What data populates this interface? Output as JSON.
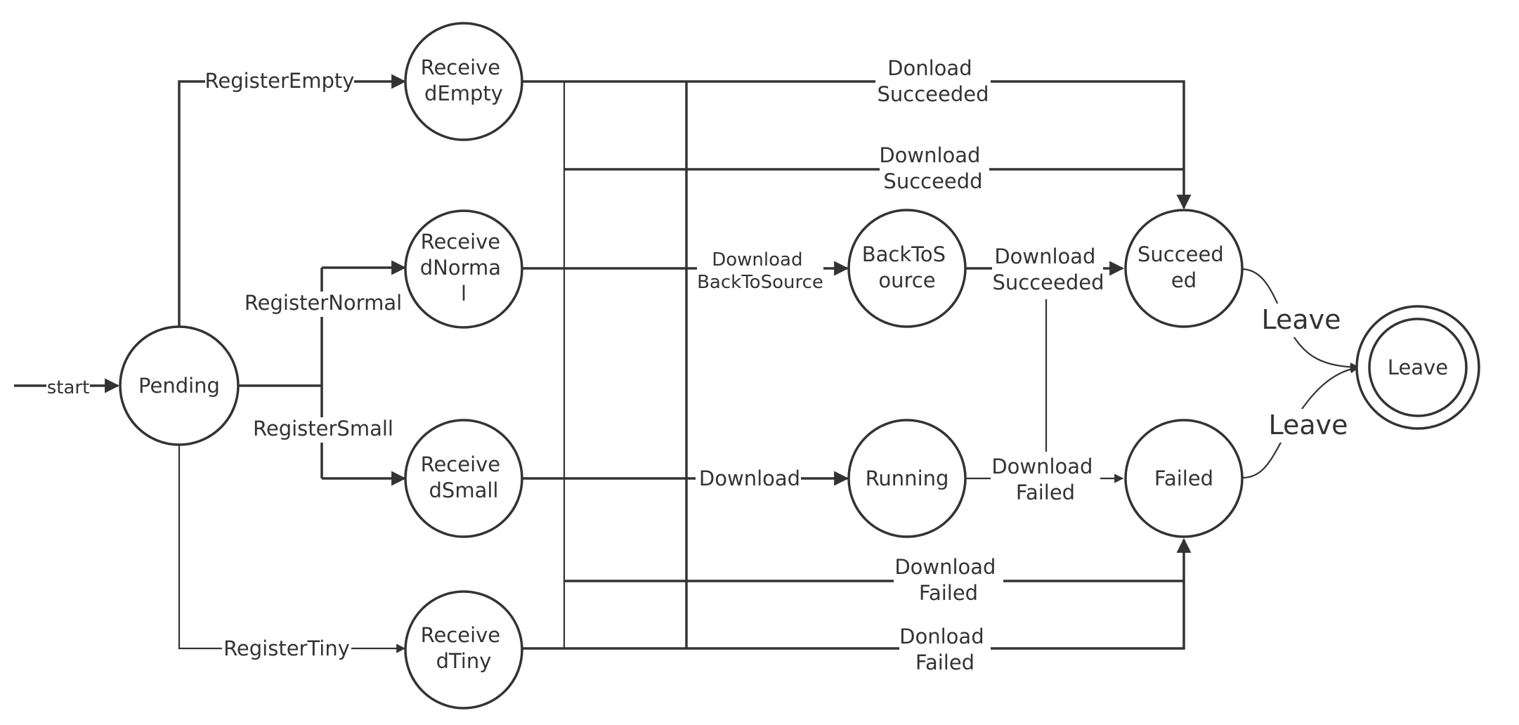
{
  "nodes": {
    "pending": [
      "Pending"
    ],
    "received_empty": [
      "Receive",
      "dEmpty"
    ],
    "received_normal": [
      "Receive",
      "dNorma",
      "l"
    ],
    "received_small": [
      "Receive",
      "dSmall"
    ],
    "received_tiny": [
      "Receive",
      "dTiny"
    ],
    "back_to_source": [
      "BackToS",
      "ource"
    ],
    "running": [
      "Running"
    ],
    "succeeded": [
      "Succeed",
      "ed"
    ],
    "failed": [
      "Failed"
    ],
    "leave": [
      "Leave"
    ]
  },
  "edges": {
    "start": [
      "start"
    ],
    "register_empty": [
      "RegisterEmpty"
    ],
    "register_normal": [
      "RegisterNormal"
    ],
    "register_small": [
      "RegisterSmall"
    ],
    "register_tiny": [
      "RegisterTiny"
    ],
    "empty_to_succeeded": [
      "Donload",
      "Succeeded"
    ],
    "bus_to_succeeded": [
      "Download",
      "Succeedd"
    ],
    "normal_to_backtosource": [
      "Download",
      "BackToSource"
    ],
    "backtosource_to_succeeded": [
      "Download",
      "Succeeded"
    ],
    "small_to_running": [
      "Download"
    ],
    "running_to_failed": [
      "Download",
      "Failed"
    ],
    "bus_to_failed": [
      "Download",
      "Failed"
    ],
    "tiny_to_failed": [
      "Donload",
      "Failed"
    ],
    "succeeded_to_leave": [
      "Leave"
    ],
    "failed_to_leave": [
      "Leave"
    ]
  }
}
